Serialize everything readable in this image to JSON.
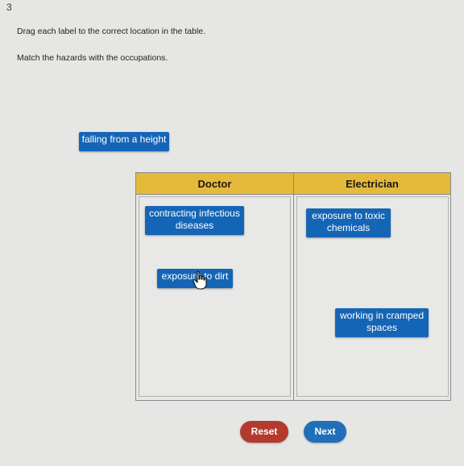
{
  "question_number": "3",
  "instructions": {
    "line1": "Drag each label to the correct location in the table.",
    "line2": "Match the hazards with the occupations."
  },
  "unplaced_labels": [
    "falling from a height"
  ],
  "table": {
    "columns": [
      "Doctor",
      "Electrician"
    ],
    "doctor_items": [
      "contracting infectious diseases",
      "exposure to dirt"
    ],
    "electrician_items": [
      "exposure to toxic chemicals",
      "working in cramped spaces"
    ]
  },
  "buttons": {
    "reset": "Reset",
    "next": "Next"
  },
  "colors": {
    "label_bg": "#1565b6",
    "header_bg": "#e5b93a",
    "reset_bg": "#b43a2e",
    "next_bg": "#1f6fb9"
  },
  "icons": {
    "cursor": "hand-pointer-icon"
  }
}
